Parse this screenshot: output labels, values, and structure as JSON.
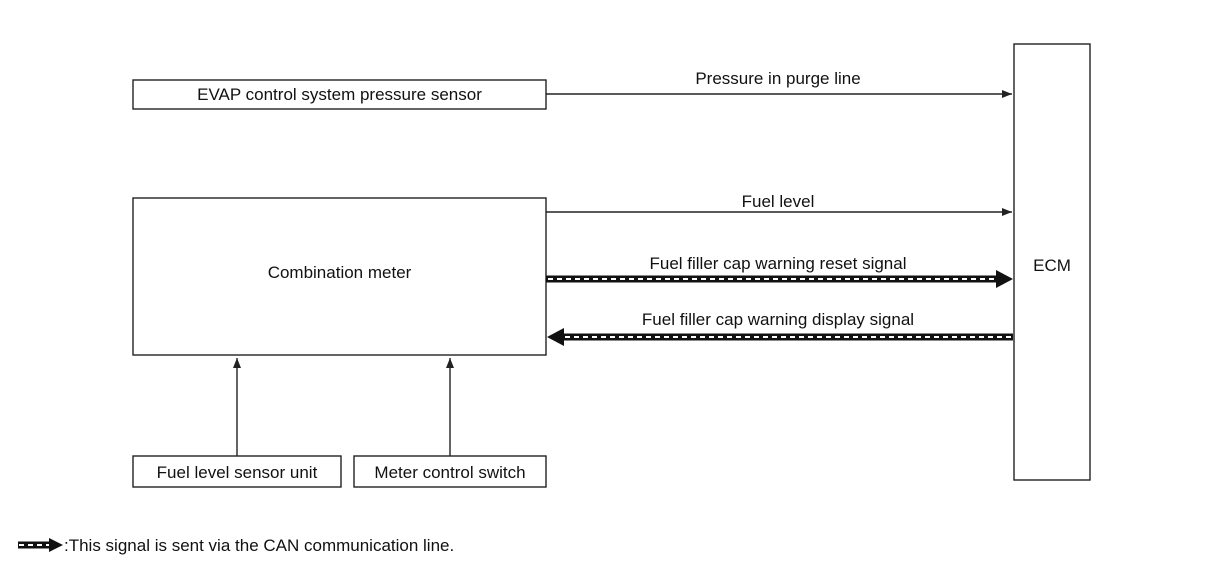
{
  "blocks": {
    "evap_sensor": "EVAP control system pressure sensor",
    "combination_meter": "Combination meter",
    "fuel_level_sensor": "Fuel level sensor unit",
    "meter_control_switch": "Meter control switch",
    "ecm": "ECM"
  },
  "signals": {
    "pressure": "Pressure in purge line",
    "fuel_level": "Fuel level",
    "reset_signal": "Fuel filler cap warning reset signal",
    "display_signal": "Fuel filler cap warning display signal"
  },
  "legend": {
    "text": ":This signal is sent via the CAN communication line."
  },
  "colors": {
    "line": "#222222",
    "can_line": "#111111",
    "background": "#ffffff"
  }
}
